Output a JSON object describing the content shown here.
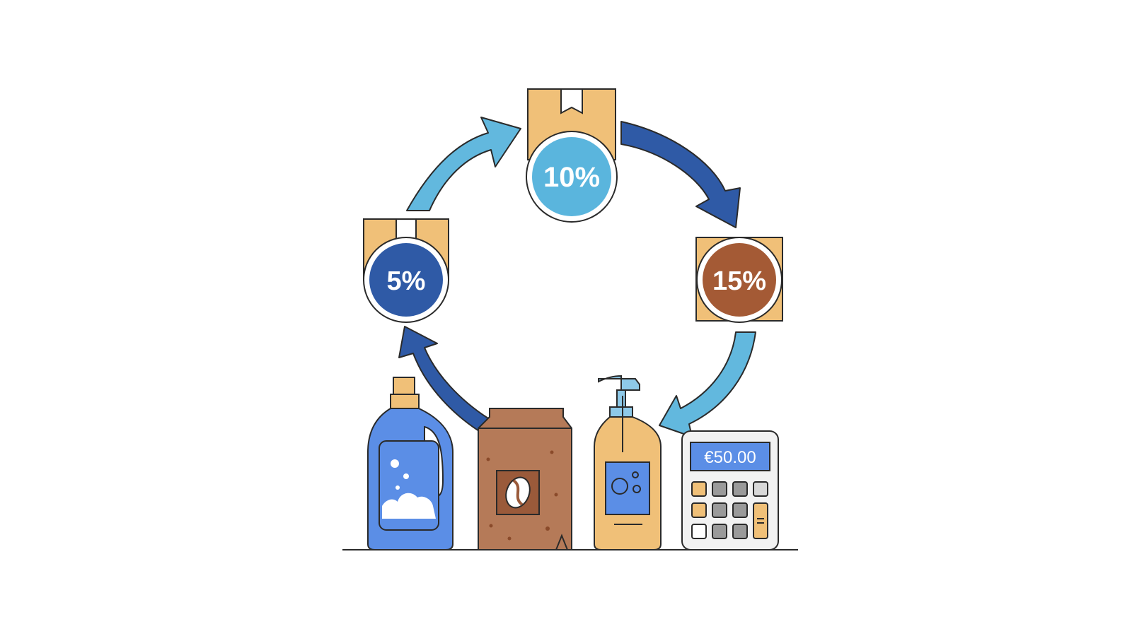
{
  "tiers": {
    "top": {
      "label": "10%",
      "color": "#5ab5dd"
    },
    "right": {
      "label": "15%",
      "color": "#a45a35"
    },
    "left": {
      "label": "5%",
      "color": "#2f5aa6"
    }
  },
  "calculator": {
    "display": "€50.00"
  },
  "colors": {
    "box": "#f0c078",
    "arrow_light": "#62b8de",
    "arrow_dark": "#2f5aa6",
    "detergent": "#5b8ee6",
    "coffee_bag": "#b57a58",
    "soap": "#f0c078",
    "outline": "#2a2a2a"
  },
  "icons": [
    "package-icon",
    "detergent-bottle-icon",
    "coffee-bag-icon",
    "soap-dispenser-icon",
    "calculator-icon",
    "coffee-bean-icon"
  ]
}
